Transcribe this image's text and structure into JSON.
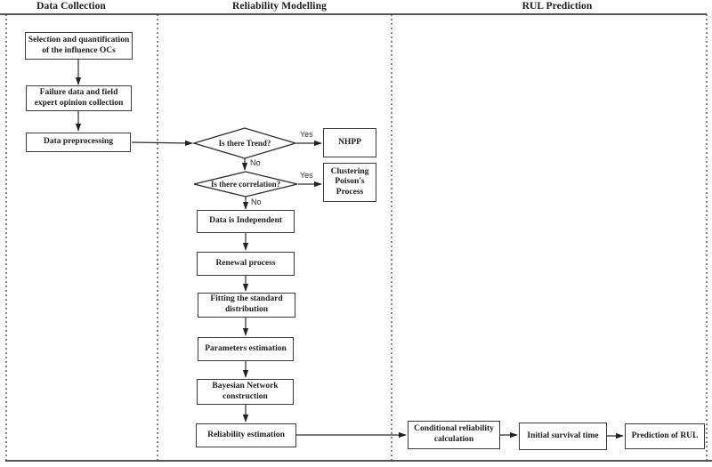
{
  "figure": {
    "type": "flowchart",
    "description": "Three-lane process flowchart for RUL prediction"
  },
  "lanes": {
    "data_collection": "Data Collection",
    "reliability_modelling": "Reliability Modelling",
    "rul_prediction": "RUL Prediction"
  },
  "nodes": {
    "selection": "Selection and quantification of the influence OCs",
    "failure_data": "Failure data and field expert opinion collection",
    "preprocessing": "Data preprocessing",
    "nhpp": "NHPP",
    "clustering": "Clustering Poison's Process",
    "independent": "Data is Independent",
    "renewal": "Renewal process",
    "fitting": "Fitting the standard distribution",
    "parameters": "Parameters estimation",
    "bayesian": "Bayesian Network construction",
    "reliability": "Reliability estimation",
    "conditional": "Conditional reliability calculation",
    "survival": "Initial survival time",
    "prediction": "Prediction of RUL"
  },
  "decisions": {
    "trend": "Is there Trend?",
    "correlation": "Is there correlation?"
  },
  "edge_labels": {
    "yes": "Yes",
    "no": "No"
  },
  "colors": {
    "line": "#2b2b2b",
    "border": "#3a3a3a",
    "divider": "#555555",
    "text": "#1c1c1c",
    "background": "#ffffff"
  }
}
